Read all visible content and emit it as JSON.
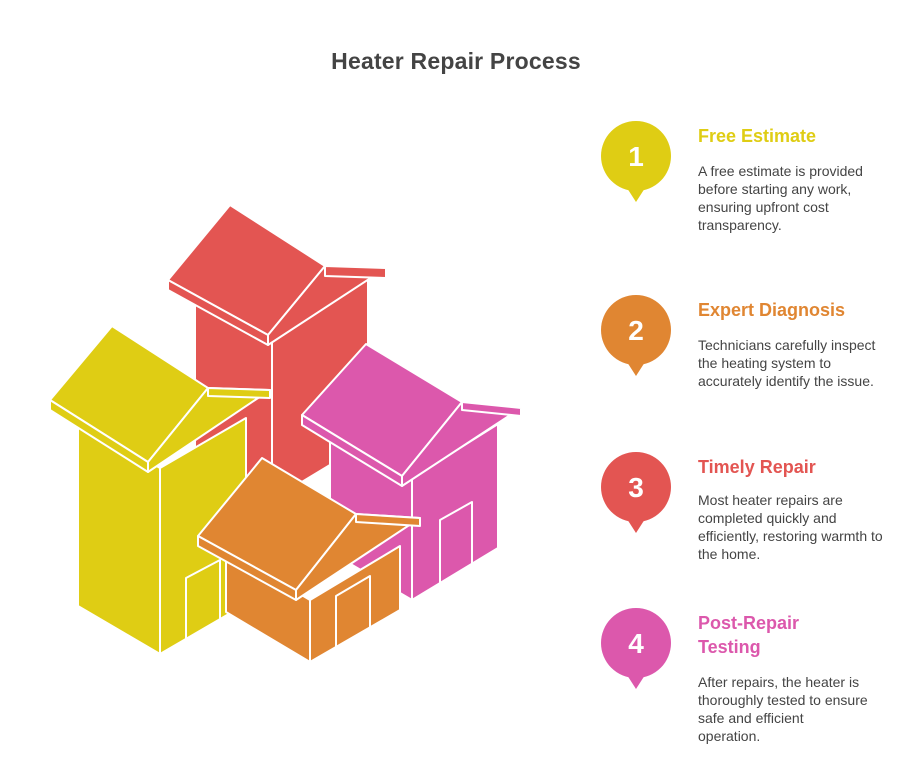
{
  "title": "Heater Repair Process",
  "colors": {
    "yellow": "#dfcd14",
    "orange": "#e08632",
    "red": "#e35552",
    "magenta": "#dc58ac",
    "outline": "#ffffff",
    "text": "#444444"
  },
  "steps": [
    {
      "number": "1",
      "title": "Free Estimate",
      "description": "A free estimate is provided before starting any work, ensuring upfront cost transparency.",
      "color": "#dfcd14"
    },
    {
      "number": "2",
      "title": "Expert Diagnosis",
      "description": "Technicians carefully inspect the heating system to accurately identify the issue.",
      "color": "#e08632"
    },
    {
      "number": "3",
      "title": "Timely Repair",
      "description": "Most heater repairs are completed quickly and efficiently, restoring warmth to the home.",
      "color": "#e35552"
    },
    {
      "number": "4",
      "title": "Post-Repair Testing",
      "description": "After repairs, the heater is thoroughly tested to ensure safe and efficient operation.",
      "color": "#dc58ac"
    }
  ]
}
